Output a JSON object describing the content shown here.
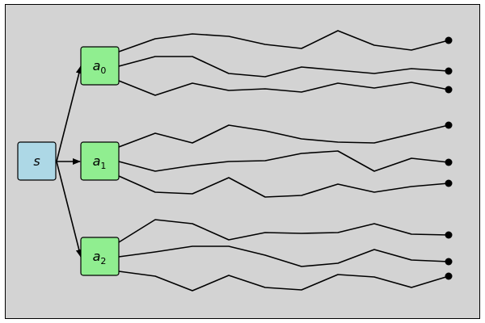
{
  "nodes": {
    "root": {
      "label": "s",
      "fill": "#add8e6"
    },
    "actions": [
      {
        "label": "a",
        "sub": "0",
        "fill": "#90ee90"
      },
      {
        "label": "a",
        "sub": "1",
        "fill": "#90ee90"
      },
      {
        "label": "a",
        "sub": "2",
        "fill": "#90ee90"
      }
    ]
  },
  "colors": {
    "background": "#d3d3d3",
    "stroke": "#000000"
  }
}
